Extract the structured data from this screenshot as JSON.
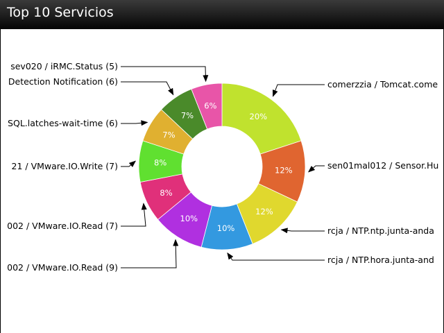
{
  "window": {
    "title": "Top 10 Servicios"
  },
  "colors": {
    "header_top": "#3a3a3a",
    "header_bottom": "#050505",
    "label_text": "#000000",
    "percent_text": "#ffffff"
  },
  "chart_data": {
    "type": "pie",
    "donut": true,
    "title": "Top 10 Servicios",
    "slices": [
      {
        "label": "comerzzia / Tomcat.come",
        "value": 20,
        "percent": "20%",
        "color": "#c0e22e"
      },
      {
        "label": "sen01mal012 / Sensor.Hu",
        "value": 12,
        "percent": "12%",
        "color": "#e06530"
      },
      {
        "label": "rcja / NTP.ntp.junta-anda",
        "value": 12,
        "percent": "12%",
        "color": "#e0d82e"
      },
      {
        "label": "rcja / NTP.hora.junta-and",
        "value": 10,
        "percent": "10%",
        "color": "#3399e0"
      },
      {
        "label": "002 / VMware.IO.Read (9)",
        "value": 10,
        "percent": "10%",
        "color": "#b030e0"
      },
      {
        "label": "002 / VMware.IO.Read (7)",
        "value": 8,
        "percent": "8%",
        "color": "#e0307a"
      },
      {
        "label": "21 / VMware.IO.Write (7)",
        "value": 8,
        "percent": "8%",
        "color": "#60e030"
      },
      {
        "label": "SQL.latches-wait-time (6)",
        "value": 7,
        "percent": "7%",
        "color": "#e0b030"
      },
      {
        "label": "Detection Notification (6)",
        "value": 7,
        "percent": "7%",
        "color": "#4a8a2a"
      },
      {
        "label": "sev020 / iRMC.Status (5)",
        "value": 6,
        "percent": "6%",
        "color": "#e855a8"
      }
    ]
  }
}
